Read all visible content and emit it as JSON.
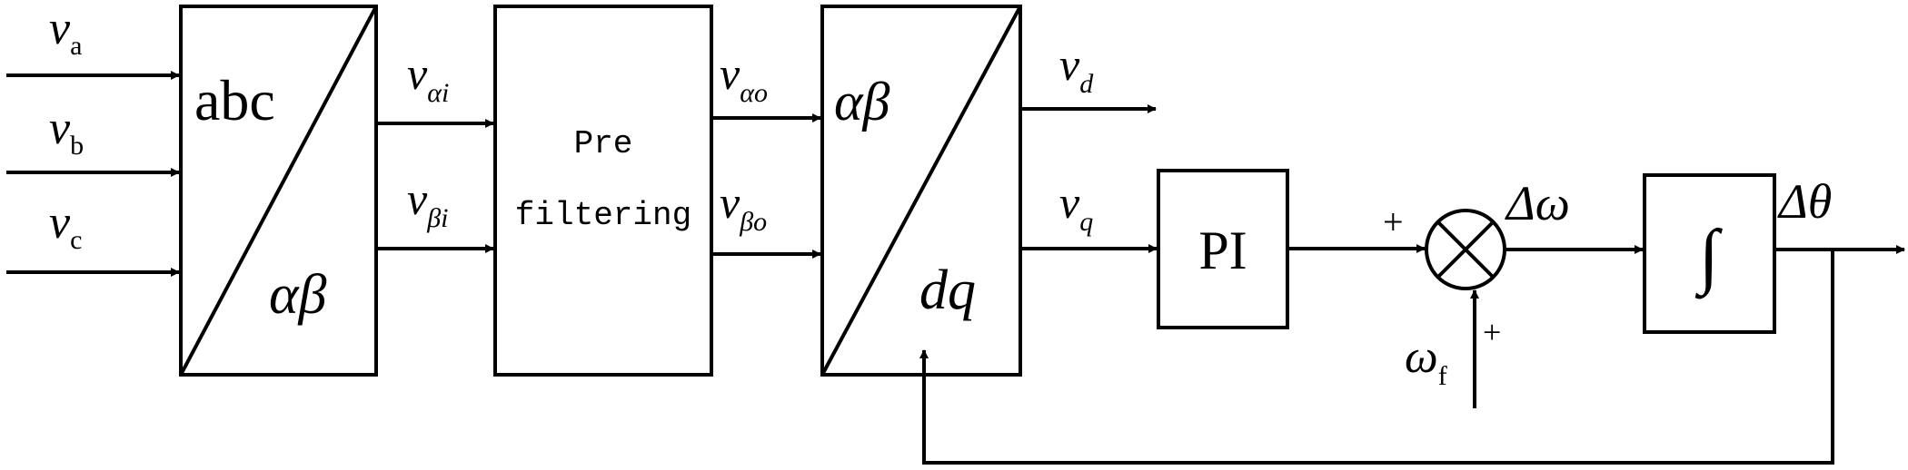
{
  "colors": {
    "stroke": "#000000",
    "background": "#ffffff"
  },
  "inputs": {
    "va": {
      "sym": "v",
      "sub": "a"
    },
    "vb": {
      "sym": "v",
      "sub": "b"
    },
    "vc": {
      "sym": "v",
      "sub": "c"
    }
  },
  "abc_block": {
    "top": "abc",
    "bottom": "αβ"
  },
  "signals": {
    "v_alpha_i": {
      "sym": "v",
      "sub": "αi"
    },
    "v_beta_i": {
      "sym": "v",
      "sub": "βi"
    },
    "v_alpha_o": {
      "sym": "v",
      "sub": "αo"
    },
    "v_beta_o": {
      "sym": "v",
      "sub": "βo"
    },
    "vd": {
      "sym": "v",
      "sub": "d"
    },
    "vq": {
      "sym": "v",
      "sub": "q"
    },
    "delta_omega": "Δω",
    "delta_theta": "Δθ",
    "omega_f": {
      "sym": "ω",
      "sub": "f"
    }
  },
  "prefilter_block": {
    "line1": "Pre",
    "line2": "filtering"
  },
  "dq_block": {
    "top": "αβ",
    "bottom": "dq"
  },
  "pi_block": {
    "label": "PI"
  },
  "integrator_block": {
    "label": "∫"
  },
  "summer": {
    "plus_left": "+",
    "plus_bottom": "+"
  }
}
